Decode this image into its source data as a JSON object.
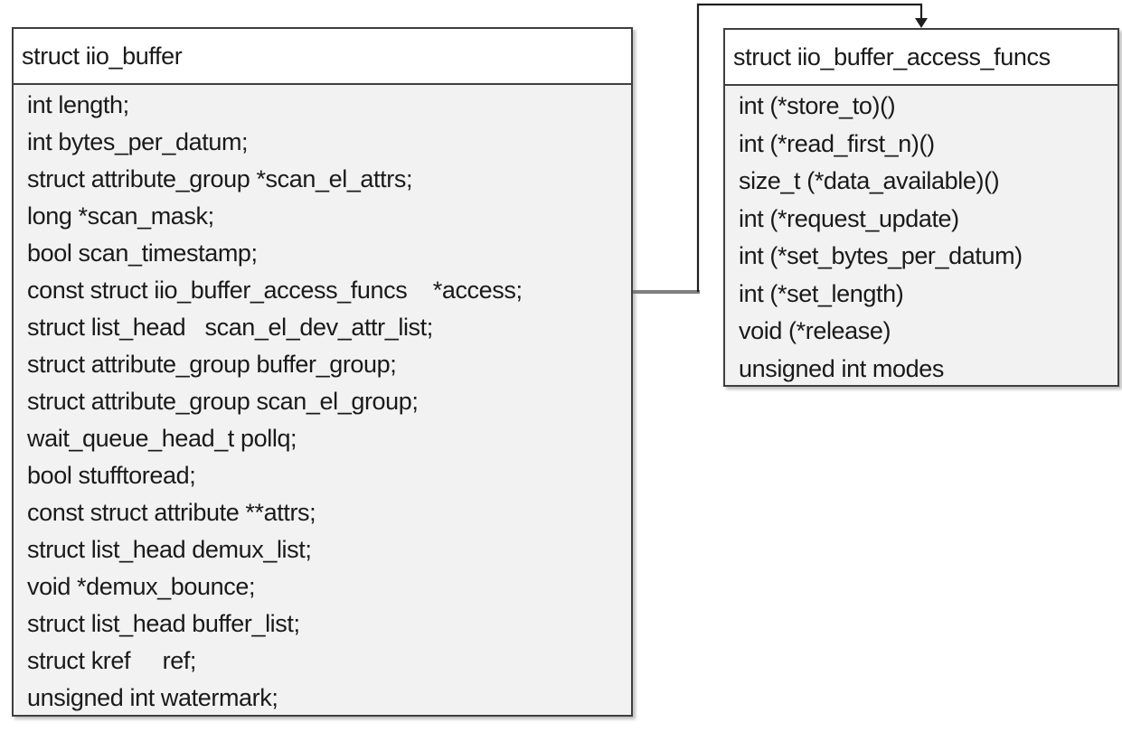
{
  "diagram": {
    "colors": {
      "box_border": "#3f3f3f",
      "title_fill": "#ffffff",
      "body_fill": "#f2f2f2",
      "text": "#1a1a1a",
      "connector_gray": "#7f7f7f",
      "connector_black": "#1f1f1f",
      "canvas_bg": "#ffffff"
    },
    "connector": {
      "from_field": "const struct iio_buffer_access_funcs    *access;",
      "to_box": "struct iio_buffer_access_funcs",
      "shape": "elbow-arrow"
    },
    "boxes": [
      {
        "title": "struct iio_buffer",
        "fields": [
          "int length;",
          "int bytes_per_datum;",
          "struct attribute_group *scan_el_attrs;",
          "long *scan_mask;",
          "bool scan_timestamp;",
          "const struct iio_buffer_access_funcs    *access;",
          "struct list_head   scan_el_dev_attr_list;",
          "struct attribute_group buffer_group;",
          "struct attribute_group scan_el_group;",
          "wait_queue_head_t pollq;",
          "bool stufftoread;",
          "const struct attribute **attrs;",
          "struct list_head demux_list;",
          "void *demux_bounce;",
          "struct list_head buffer_list;",
          "struct kref     ref;",
          "unsigned int watermark;"
        ]
      },
      {
        "title": "struct iio_buffer_access_funcs",
        "fields": [
          "int (*store_to)()",
          "int (*read_first_n)()",
          "size_t (*data_available)()",
          "int (*request_update)",
          "int (*set_bytes_per_datum)",
          "int (*set_length)",
          "void (*release)",
          "unsigned int modes"
        ]
      }
    ]
  }
}
